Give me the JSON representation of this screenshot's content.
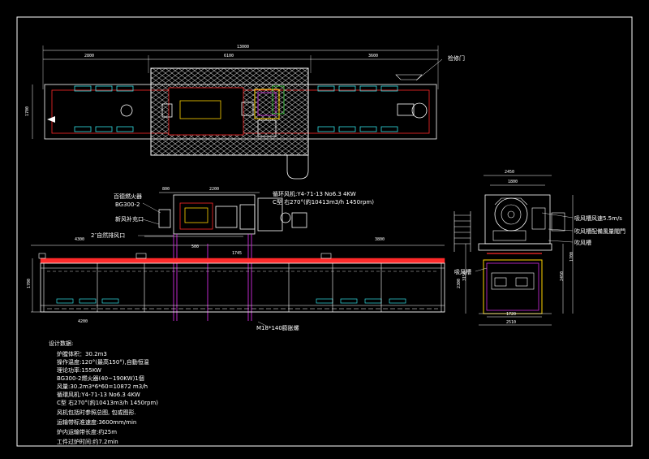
{
  "colors": {
    "background": "#000000",
    "line_white": "#ffffff",
    "line_red": "#ff2a2a",
    "line_magenta": "#d22ce0",
    "line_yellow": "#ffd400",
    "line_green": "#36d63a",
    "line_cyan": "#34e0e6",
    "line_blue": "#3b6cff"
  },
  "top_view": {
    "dims": {
      "overall": "13000",
      "left": "2800",
      "middle": "6100",
      "right": "3600",
      "height": "1700"
    },
    "label_access_door": "检修门"
  },
  "front_view": {
    "dims": {
      "burner_a": "800",
      "burner_b": "2200",
      "hood": "500",
      "span_1": "1745",
      "left_len": "4300",
      "right_len": "3800",
      "height_total": "1700",
      "height_b": "2300",
      "bottom": "4200"
    },
    "label_burner": "百德燃火器",
    "label_burner_model": "BG300-2",
    "label_fresh_air": "新风补充口",
    "label_exhaust": "2″自然排风口",
    "label_fan": "循环风机:Y4-71-13 No6.3 4KW",
    "label_fan_type": "C型 右270°(約10413m3/h 1450rpm)",
    "label_bolt": "M18*140膨胀螺"
  },
  "side_view": {
    "dims": {
      "top_a": "2450",
      "top_b": "1800",
      "right_a": "2450",
      "right_b": "1700",
      "left_h": "3150",
      "bottom_a": "1720",
      "bottom_b": "2510"
    },
    "label_supply_speed": "吸风槽风速5.5m/s",
    "label_supply_duct": "吹风槽配備風量閥門",
    "label_blow": "吹风槽",
    "label_suction": "吸风槽"
  },
  "notes": {
    "title": "设计数据:",
    "lines": [
      "炉膛体积：30.2m3",
      "操作温度:120°(最高150°),自動恒温",
      "理论功率:155KW",
      "BG300-2燃火器(40~190KW)1個",
      "风量:30.2m3*6*60=10872 m3/h",
      "循環风机:Y4-71-13 No6.3 4KW",
      "C型 右270°(約10413m3/h 1450rpm)",
      "风机包括时参照总图, 包或图形.",
      "运输带标准速度:3600mm/min",
      "炉内运输带长度:约25m",
      "工件过炉时间:约7.2min"
    ]
  }
}
